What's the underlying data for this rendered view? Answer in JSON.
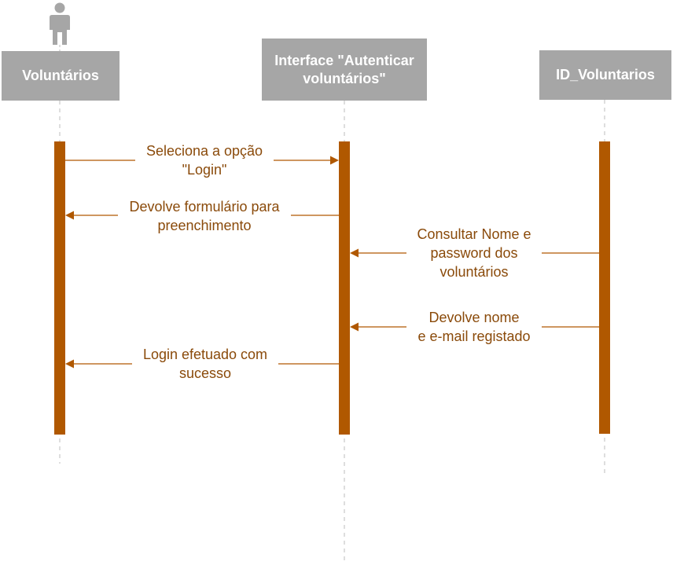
{
  "diagram": {
    "type": "sequence",
    "colors": {
      "participant_fill": "#a6a6a6",
      "participant_text": "#ffffff",
      "activation": "#b05800",
      "arrow": "#b05800",
      "label_text": "#8a4a0a",
      "lifeline": "#c8c8c8",
      "actor_icon": "#a6a6a6"
    },
    "participants": [
      {
        "id": "voluntarios",
        "label": "Voluntários",
        "actor_icon": "person-icon"
      },
      {
        "id": "interface",
        "label": "Interface \"Autenticar\nvoluntários\""
      },
      {
        "id": "id_voluntarios",
        "label": "ID_Voluntarios"
      }
    ],
    "messages": [
      {
        "from": "voluntarios",
        "to": "interface",
        "label": "Seleciona a opção\n\"Login\""
      },
      {
        "from": "interface",
        "to": "voluntarios",
        "label": "Devolve formulário para\npreenchimento"
      },
      {
        "from": "id_voluntarios",
        "to": "interface",
        "label": "Consultar Nome e\npassword dos\nvoluntários"
      },
      {
        "from": "id_voluntarios",
        "to": "interface",
        "label": "Devolve nome\ne e-mail registado"
      },
      {
        "from": "interface",
        "to": "voluntarios",
        "label": "Login efetuado com\nsucesso"
      }
    ]
  }
}
